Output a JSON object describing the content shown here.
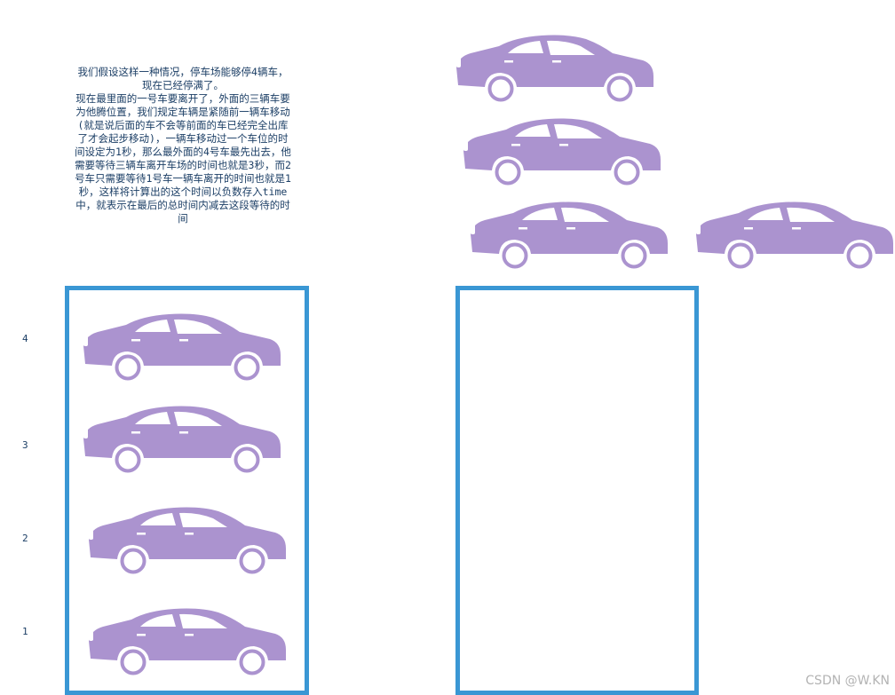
{
  "description": {
    "paragraph_1": "我们假设这样一种情况，停车场能够停4辆车，现在已经停满了。",
    "paragraph_2": "现在最里面的一号车要离开了，外面的三辆车要为他腾位置，我们规定车辆是紧随前一辆车移动(就是说后面的车不会等前面的车已经完全出库了才会起步移动)，一辆车移动过一个车位的时间设定为1秒，那么最外面的4号车最先出去，他需要等待三辆车离开车场的时间也就是3秒，而2号车只需要等待1号车一辆车离开的时间也就是1秒，这样将计算出的这个时间以负数存入time中，就表示在最后的总时间内减去这段等待的时间"
  },
  "slots": [
    {
      "label": "4"
    },
    {
      "label": "3"
    },
    {
      "label": "2"
    },
    {
      "label": "1"
    }
  ],
  "colors": {
    "car": "#ab93cf",
    "box_border": "#3a97d4",
    "text": "#1c3f66"
  },
  "watermark": "CSDN @W.KN"
}
